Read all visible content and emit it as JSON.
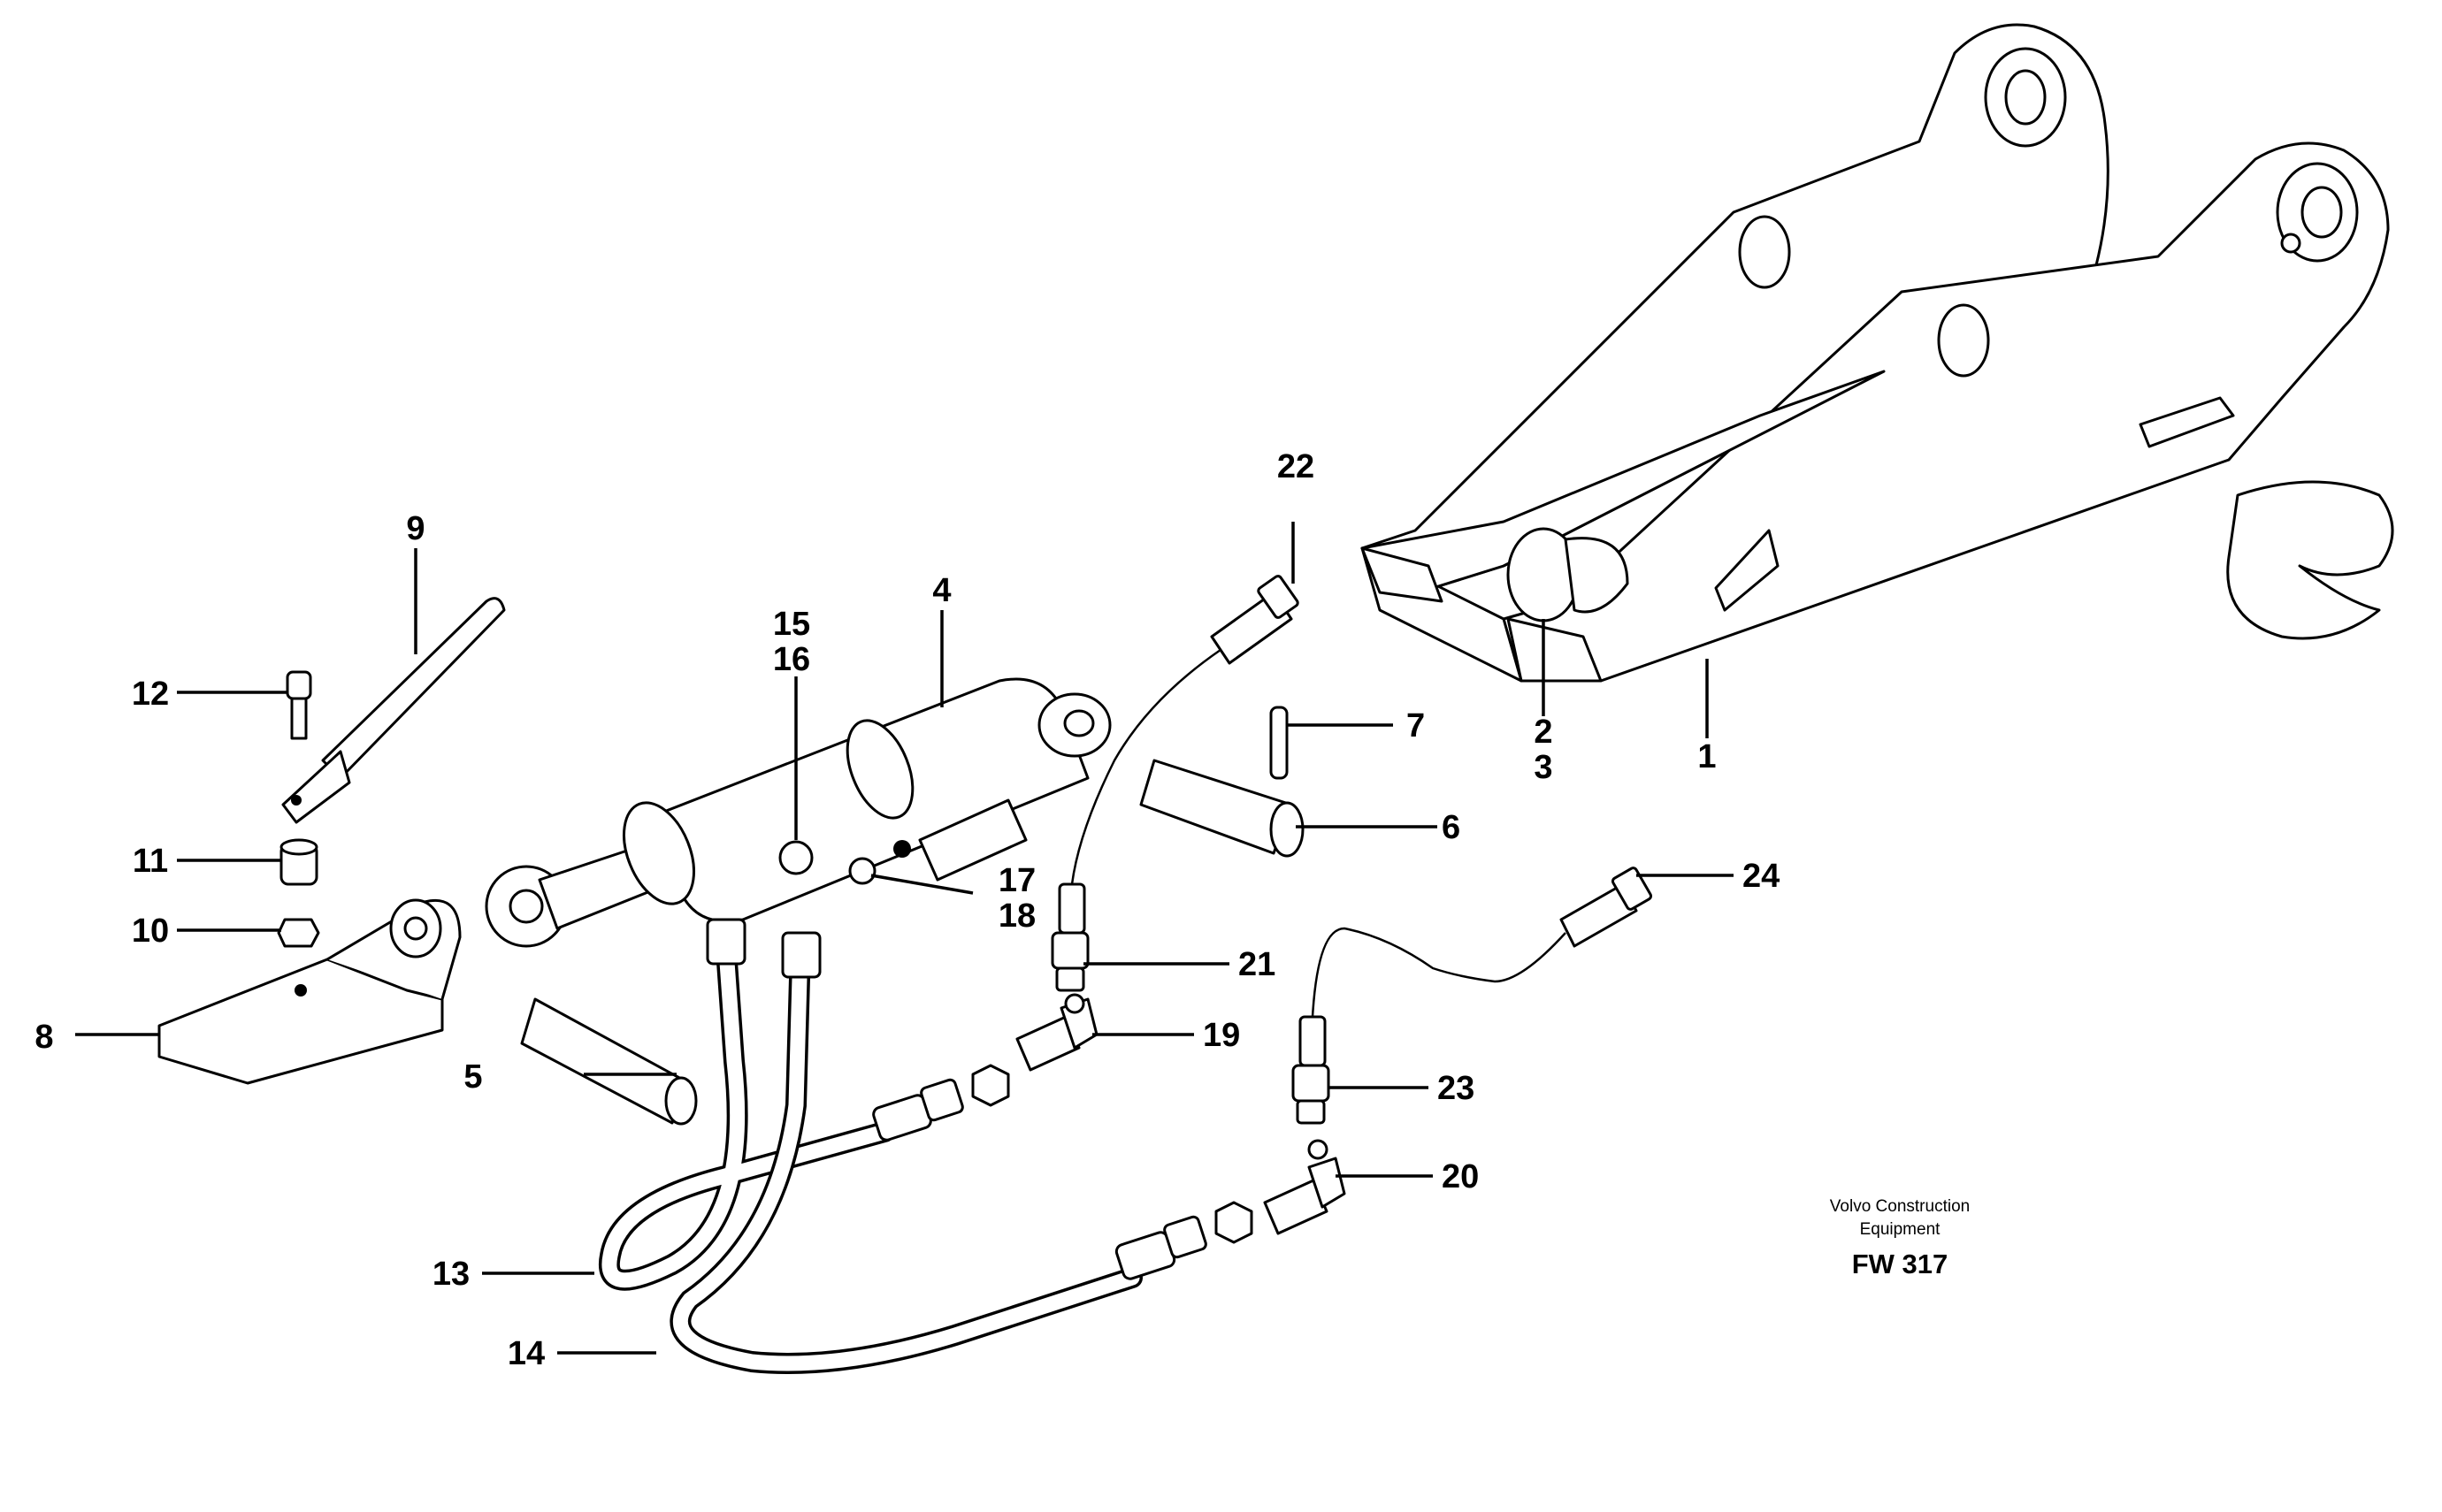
{
  "diagram": {
    "callouts": [
      {
        "id": "c1",
        "label": "1"
      },
      {
        "id": "c2",
        "label": "2"
      },
      {
        "id": "c3",
        "label": "3"
      },
      {
        "id": "c4",
        "label": "4"
      },
      {
        "id": "c5",
        "label": "5"
      },
      {
        "id": "c6",
        "label": "6"
      },
      {
        "id": "c7",
        "label": "7"
      },
      {
        "id": "c8",
        "label": "8"
      },
      {
        "id": "c9",
        "label": "9"
      },
      {
        "id": "c10",
        "label": "10"
      },
      {
        "id": "c11",
        "label": "11"
      },
      {
        "id": "c12",
        "label": "12"
      },
      {
        "id": "c13",
        "label": "13"
      },
      {
        "id": "c14",
        "label": "14"
      },
      {
        "id": "c15",
        "label": "15"
      },
      {
        "id": "c16",
        "label": "16"
      },
      {
        "id": "c17",
        "label": "17"
      },
      {
        "id": "c18",
        "label": "18"
      },
      {
        "id": "c19",
        "label": "19"
      },
      {
        "id": "c20",
        "label": "20"
      },
      {
        "id": "c21",
        "label": "21"
      },
      {
        "id": "c22",
        "label": "22"
      },
      {
        "id": "c23",
        "label": "23"
      },
      {
        "id": "c24",
        "label": "24"
      }
    ],
    "credit_line_1": "Volvo Construction",
    "credit_line_2": "Equipment",
    "drawing_id": "FW 317"
  },
  "colors": {
    "ink": "#000000",
    "paper": "#ffffff"
  }
}
